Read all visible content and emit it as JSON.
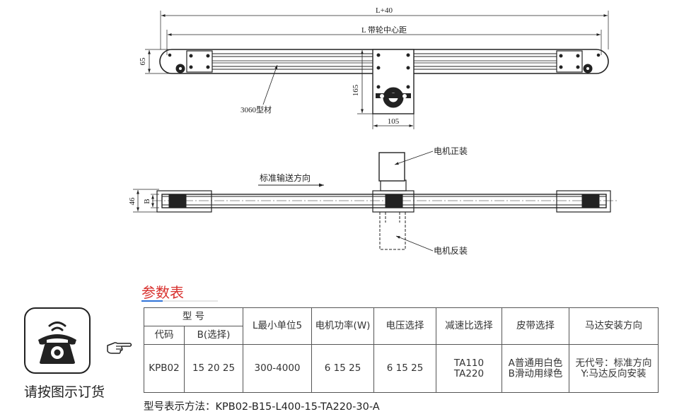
{
  "drawing": {
    "top_view": {
      "overall_length_label": "L+40",
      "center_distance_label": "L 带轮中心距",
      "height_label": "65",
      "motor_mount_height_label": "165",
      "motor_mount_width_label": "105",
      "profile_label": "3060型材"
    },
    "side_view": {
      "motor_normal_label": "电机正装",
      "motor_reverse_label": "电机反装",
      "direction_label": "标准输送方向",
      "height_label": "46",
      "belt_width_label": "B"
    }
  },
  "params": {
    "heading": "参数表",
    "header_model": "型 号",
    "header_code": "代码",
    "header_b": "B(选择)",
    "header_l": "L最小单位5",
    "header_power": "电机功率(W)",
    "header_voltage": "电压选择",
    "header_ratio": "减速比选择",
    "header_belt": "皮带选择",
    "header_mount": "马达安装方向",
    "row_code": "KPB02",
    "row_b": "15 20 25",
    "row_l": "300-4000",
    "row_power": "6 15 25",
    "row_voltage": "6 15 25",
    "row_ratio": "TA110\nTA220",
    "row_belt": "A普通用白色\nB滑动用绿色",
    "row_mount": "无代号：标准方向\nY:马达反向安装",
    "model_example": "型号表示方法：KPB02-B15-L400-15-TA220-30-A"
  },
  "contact": {
    "label": "请按图示订货",
    "icon": "telephone-icon",
    "pointer_icon": "pointing-hand-icon"
  }
}
